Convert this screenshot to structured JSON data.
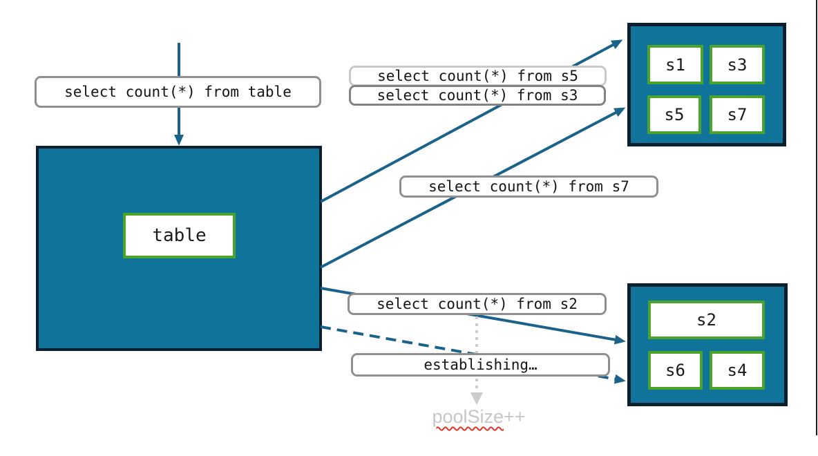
{
  "diagram": {
    "source_table": {
      "label": "table"
    },
    "query_labels": {
      "from_table": "select count(*) from table",
      "from_s5": "select count(*) from s5",
      "from_s3": "select count(*) from s3",
      "from_s7": "select count(*) from s7",
      "from_s2": "select count(*) from s2",
      "establishing": "establishing…"
    },
    "shard_groups": [
      {
        "id": "top-pool",
        "shards": [
          "s1",
          "s3",
          "s5",
          "s7"
        ]
      },
      {
        "id": "bottom-pool",
        "shards": [
          "s2",
          "s6",
          "s4"
        ]
      }
    ],
    "annotation": {
      "text": "poolSize",
      "suffix": "++"
    }
  },
  "colors": {
    "teal_fill": "#0F739A",
    "dark_border": "#0D1E2C",
    "green_border": "#4BA42B",
    "arrow_teal": "#1A628A",
    "label_border": "#8F8F8F",
    "label_border_light": "#C9C9C9",
    "label_border_dark": "#828282",
    "dotted_gray": "#CCCCCC",
    "muted_text": "#C6C6C6",
    "squiggle_red": "#E0352B",
    "edge_line": "#1B1B1B"
  }
}
